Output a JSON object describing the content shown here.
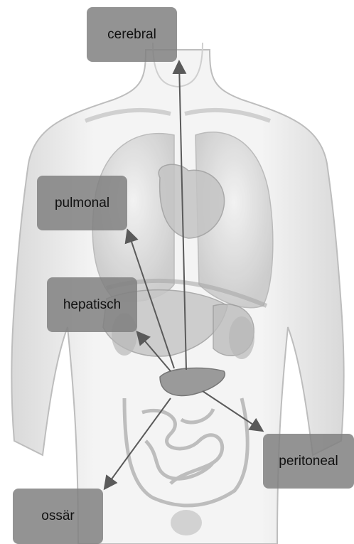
{
  "labels": {
    "cerebral": "cerebral",
    "pulmonal": "pulmonal",
    "hepatisch": "hepatisch",
    "peritoneal": "peritoneal",
    "ossar": "ossär"
  },
  "colors": {
    "label_fill": "#808080",
    "arrow": "#5a5a5a",
    "organ_fill": "#9a9a9a",
    "body_outline": "#bdbdbd"
  }
}
